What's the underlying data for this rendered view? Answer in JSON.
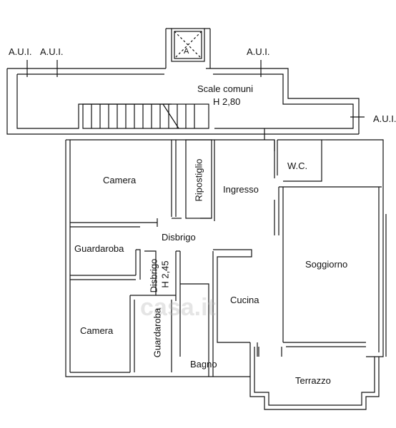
{
  "labels": {
    "aui_1": "A.U.I.",
    "aui_2": "A.U.I.",
    "aui_3": "A.U.I.",
    "aui_4": "A.U.I.",
    "lift_marker": "A",
    "stairs_line1": "Scale comuni",
    "stairs_line2": "H 2,80",
    "camera_top": "Camera",
    "ripostiglio": "Ripostiglio",
    "ingresso": "Ingresso",
    "wc": "W.C.",
    "disbrigo": "Disbrigo",
    "guardaroba_left": "Guardaroba",
    "disbrigo_vertical": "Disbrigo",
    "disbrigo_height": "H 2,45",
    "soggiorno": "Soggiorno",
    "cucina": "Cucina",
    "camera_bottom": "Camera",
    "guardaroba_vertical": "Guardaroba",
    "bagno": "Bagno",
    "terrazzo": "Terrazzo"
  },
  "watermark": "casa.it",
  "colors": {
    "wall": "#111111",
    "background": "#ffffff"
  }
}
